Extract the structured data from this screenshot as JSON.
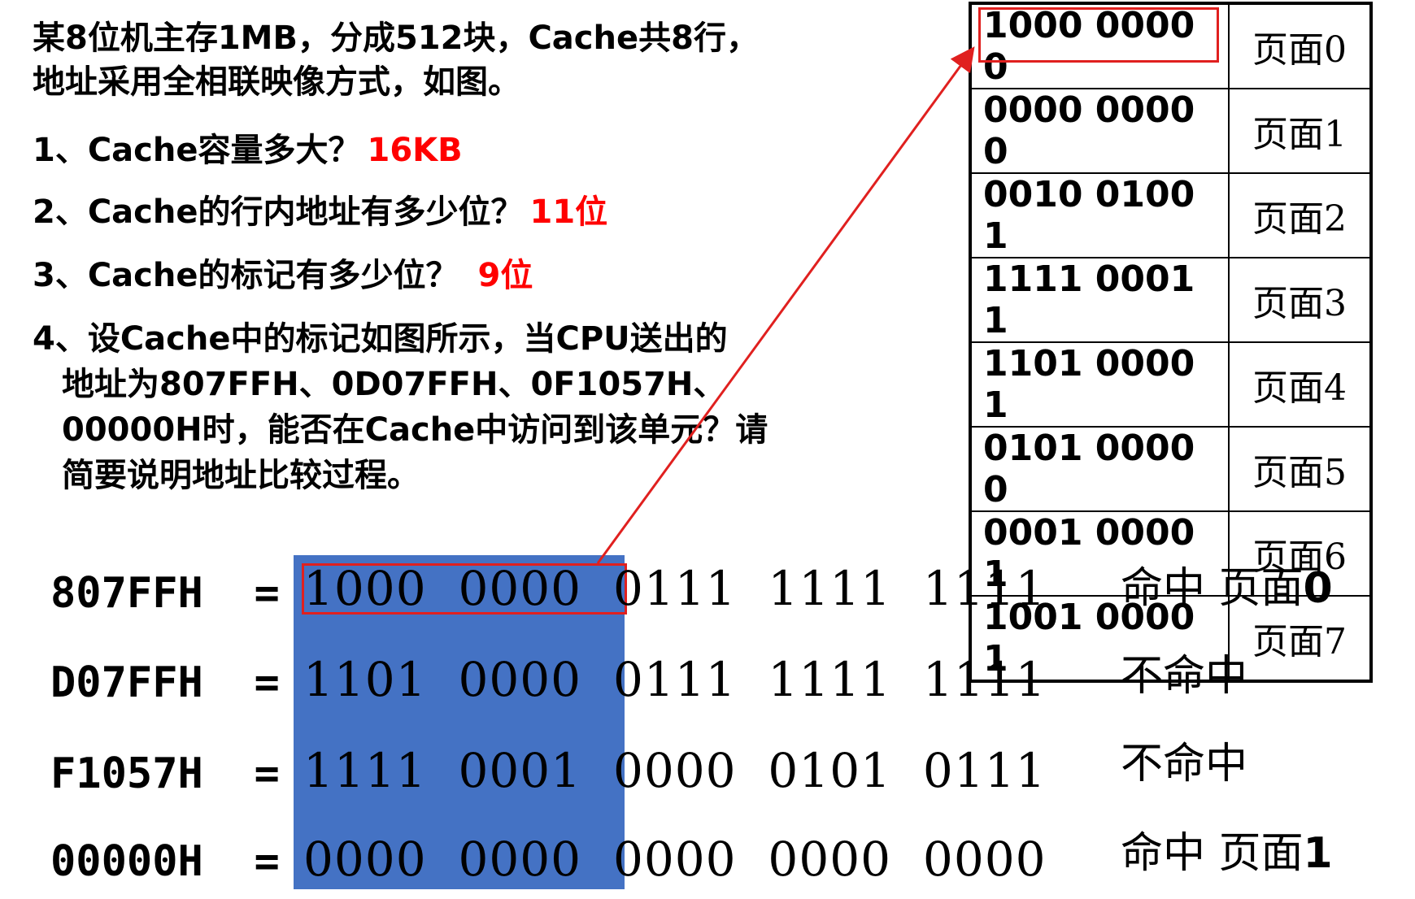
{
  "question": {
    "intro_line1": "某8位机主存1MB，分成512块，Cache共8行，",
    "intro_line2": "地址采用全相联映像方式，如图。",
    "q1": "1、Cache容量多大？",
    "a1": "16KB",
    "q2": "2、Cache的行内地址有多少位？",
    "a2": "11位",
    "q3": "3、Cache的标记有多少位？",
    "a3": "9位",
    "q4_line1": "4、设Cache中的标记如图所示，当CPU送出的",
    "q4_line2": "地址为807FFH、0D07FFH、0F1057H、",
    "q4_line3": "00000H时，能否在Cache中访问到该单元？请",
    "q4_line4": "简要说明地址比较过程。"
  },
  "tag_table": {
    "rows": [
      {
        "tag": "1000 0000 0",
        "page": "页面0"
      },
      {
        "tag": "0000 0000 0",
        "page": "页面1"
      },
      {
        "tag": "0010 0100 1",
        "page": "页面2"
      },
      {
        "tag": "1111 0001 1",
        "page": "页面3"
      },
      {
        "tag": "1101 0000 1",
        "page": "页面4"
      },
      {
        "tag": "0101 0000 0",
        "page": "页面5"
      },
      {
        "tag": "0001 0000 1",
        "page": "页面6"
      },
      {
        "tag": "1001 0000 1",
        "page": "页面7"
      }
    ]
  },
  "addresses": [
    {
      "label": "807FFH  =",
      "binary": "1000  0000  0111  1111  1111",
      "result_text": "命中 页面",
      "result_num": "0"
    },
    {
      "label": "D07FFH  =",
      "binary": "1101  0000  0111  1111  1111",
      "result_text": "不命中",
      "result_num": ""
    },
    {
      "label": "F1057H  =",
      "binary": "1111  0001  0000  0101  0111",
      "result_text": "不命中",
      "result_num": ""
    },
    {
      "label": "00000H  =",
      "binary": "0000  0000  0000  0000  0000",
      "result_text": "命中 页面",
      "result_num": "1"
    }
  ],
  "colors": {
    "answer_red": "#ff0000",
    "highlight_red": "#e0201f",
    "tag_field_blue": "#4472c4"
  }
}
